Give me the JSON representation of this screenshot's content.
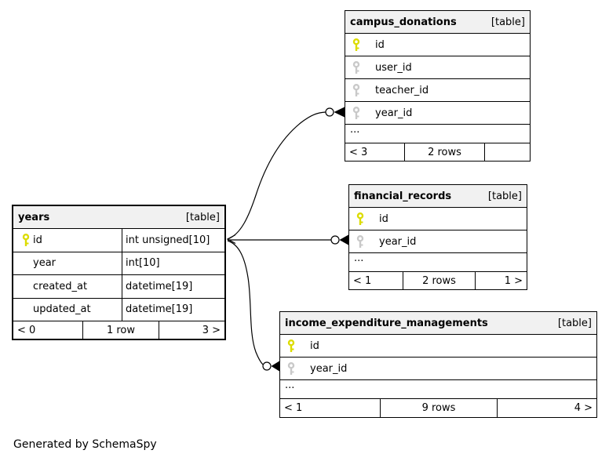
{
  "generator": {
    "label": "Generated by SchemaSpy"
  },
  "colors": {
    "pk_key": "#dcdc00",
    "fk_key": "#c9c9c9",
    "header_bg": "#f1f1f1",
    "border": "#000000"
  },
  "tables": {
    "years": {
      "name": "years",
      "kind": "[table]",
      "columns": [
        {
          "name": "id",
          "type": "int unsigned[10]",
          "key": "primary"
        },
        {
          "name": "year",
          "type": "int[10]",
          "key": "none"
        },
        {
          "name": "created_at",
          "type": "datetime[19]",
          "key": "none"
        },
        {
          "name": "updated_at",
          "type": "datetime[19]",
          "key": "none"
        }
      ],
      "footer": {
        "children": "< 0",
        "rows": "1 row",
        "parents": "3 >"
      }
    },
    "campus_donations": {
      "name": "campus_donations",
      "kind": "[table]",
      "columns": [
        {
          "name": "id",
          "key": "primary"
        },
        {
          "name": "user_id",
          "key": "foreign"
        },
        {
          "name": "teacher_id",
          "key": "foreign"
        },
        {
          "name": "year_id",
          "key": "foreign"
        }
      ],
      "ellipsis": "...",
      "footer": {
        "children": "< 3",
        "rows": "2 rows",
        "parents": ""
      }
    },
    "financial_records": {
      "name": "financial_records",
      "kind": "[table]",
      "columns": [
        {
          "name": "id",
          "key": "primary"
        },
        {
          "name": "year_id",
          "key": "foreign"
        }
      ],
      "ellipsis": "...",
      "footer": {
        "children": "< 1",
        "rows": "2 rows",
        "parents": "1 >"
      }
    },
    "income_expenditure_managements": {
      "name": "income_expenditure_managements",
      "kind": "[table]",
      "columns": [
        {
          "name": "id",
          "key": "primary"
        },
        {
          "name": "year_id",
          "key": "foreign"
        }
      ],
      "ellipsis": "...",
      "footer": {
        "children": "< 1",
        "rows": "9 rows",
        "parents": "4 >"
      }
    }
  }
}
